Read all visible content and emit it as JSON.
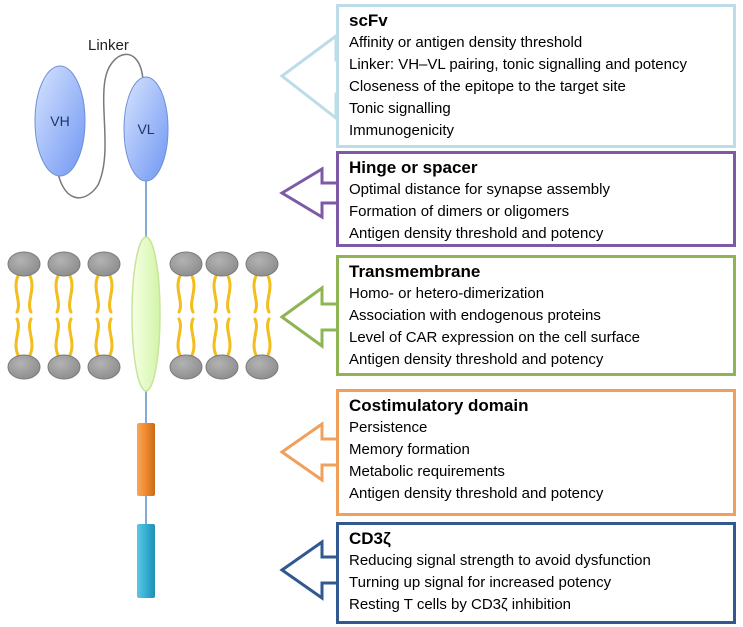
{
  "molecule": {
    "linker_label": "Linker",
    "vh_label": "VH",
    "vl_label": "VL"
  },
  "colors": {
    "scfv": "#bcdde8",
    "hinge": "#7d5aa6",
    "transmembrane": "#8fb454",
    "costimulatory": "#f0a05a",
    "cd3z": "#31588f"
  },
  "boxes": [
    {
      "title": "scFv",
      "items": [
        "Affinity or antigen density threshold",
        "Linker: VH–VL pairing, tonic signalling and potency",
        "Closeness of the epitope to the target site",
        "Tonic signalling",
        "Immunogenicity"
      ]
    },
    {
      "title": "Hinge or spacer",
      "items": [
        "Optimal distance for synapse assembly",
        "Formation of dimers or oligomers",
        "Antigen density threshold and potency"
      ]
    },
    {
      "title": "Transmembrane",
      "items": [
        "Homo- or hetero-dimerization",
        "Association with endogenous proteins",
        "Level of CAR expression on the cell surface",
        "Antigen density threshold and potency"
      ]
    },
    {
      "title": "Costimulatory domain",
      "items": [
        "Persistence",
        "Memory formation",
        "Metabolic requirements",
        "Antigen density threshold and potency"
      ]
    },
    {
      "title": "CD3ζ",
      "items": [
        "Reducing signal strength to avoid dysfunction",
        "Turning up signal for increased potency",
        "Resting T cells by CD3ζ inhibition"
      ]
    }
  ]
}
